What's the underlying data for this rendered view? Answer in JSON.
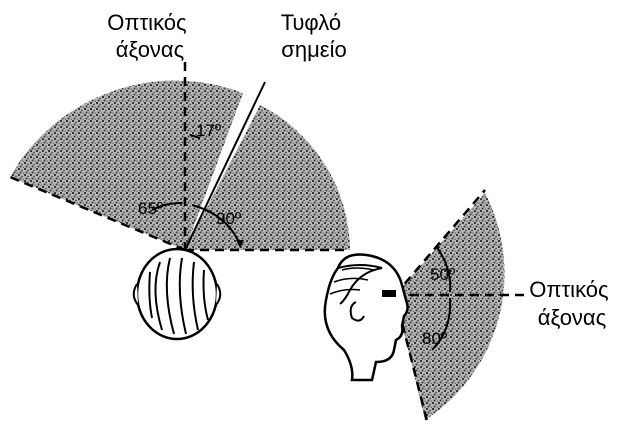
{
  "top_view": {
    "optical_axis_label": [
      "Οπτικός",
      "άξονας"
    ],
    "blind_spot_label": [
      "Τυφλό",
      "σημείο"
    ],
    "angles": {
      "blind_spot_width": "17º",
      "lateral": "65º",
      "medial": "90º"
    }
  },
  "side_view": {
    "optical_axis_label": [
      "Οπτικός",
      "άξονας"
    ],
    "angles": {
      "upward": "50º",
      "downward": "80º"
    }
  },
  "colors": {
    "ink": "#000000",
    "stipple": "#8a8a8a",
    "background": "#ffffff"
  }
}
